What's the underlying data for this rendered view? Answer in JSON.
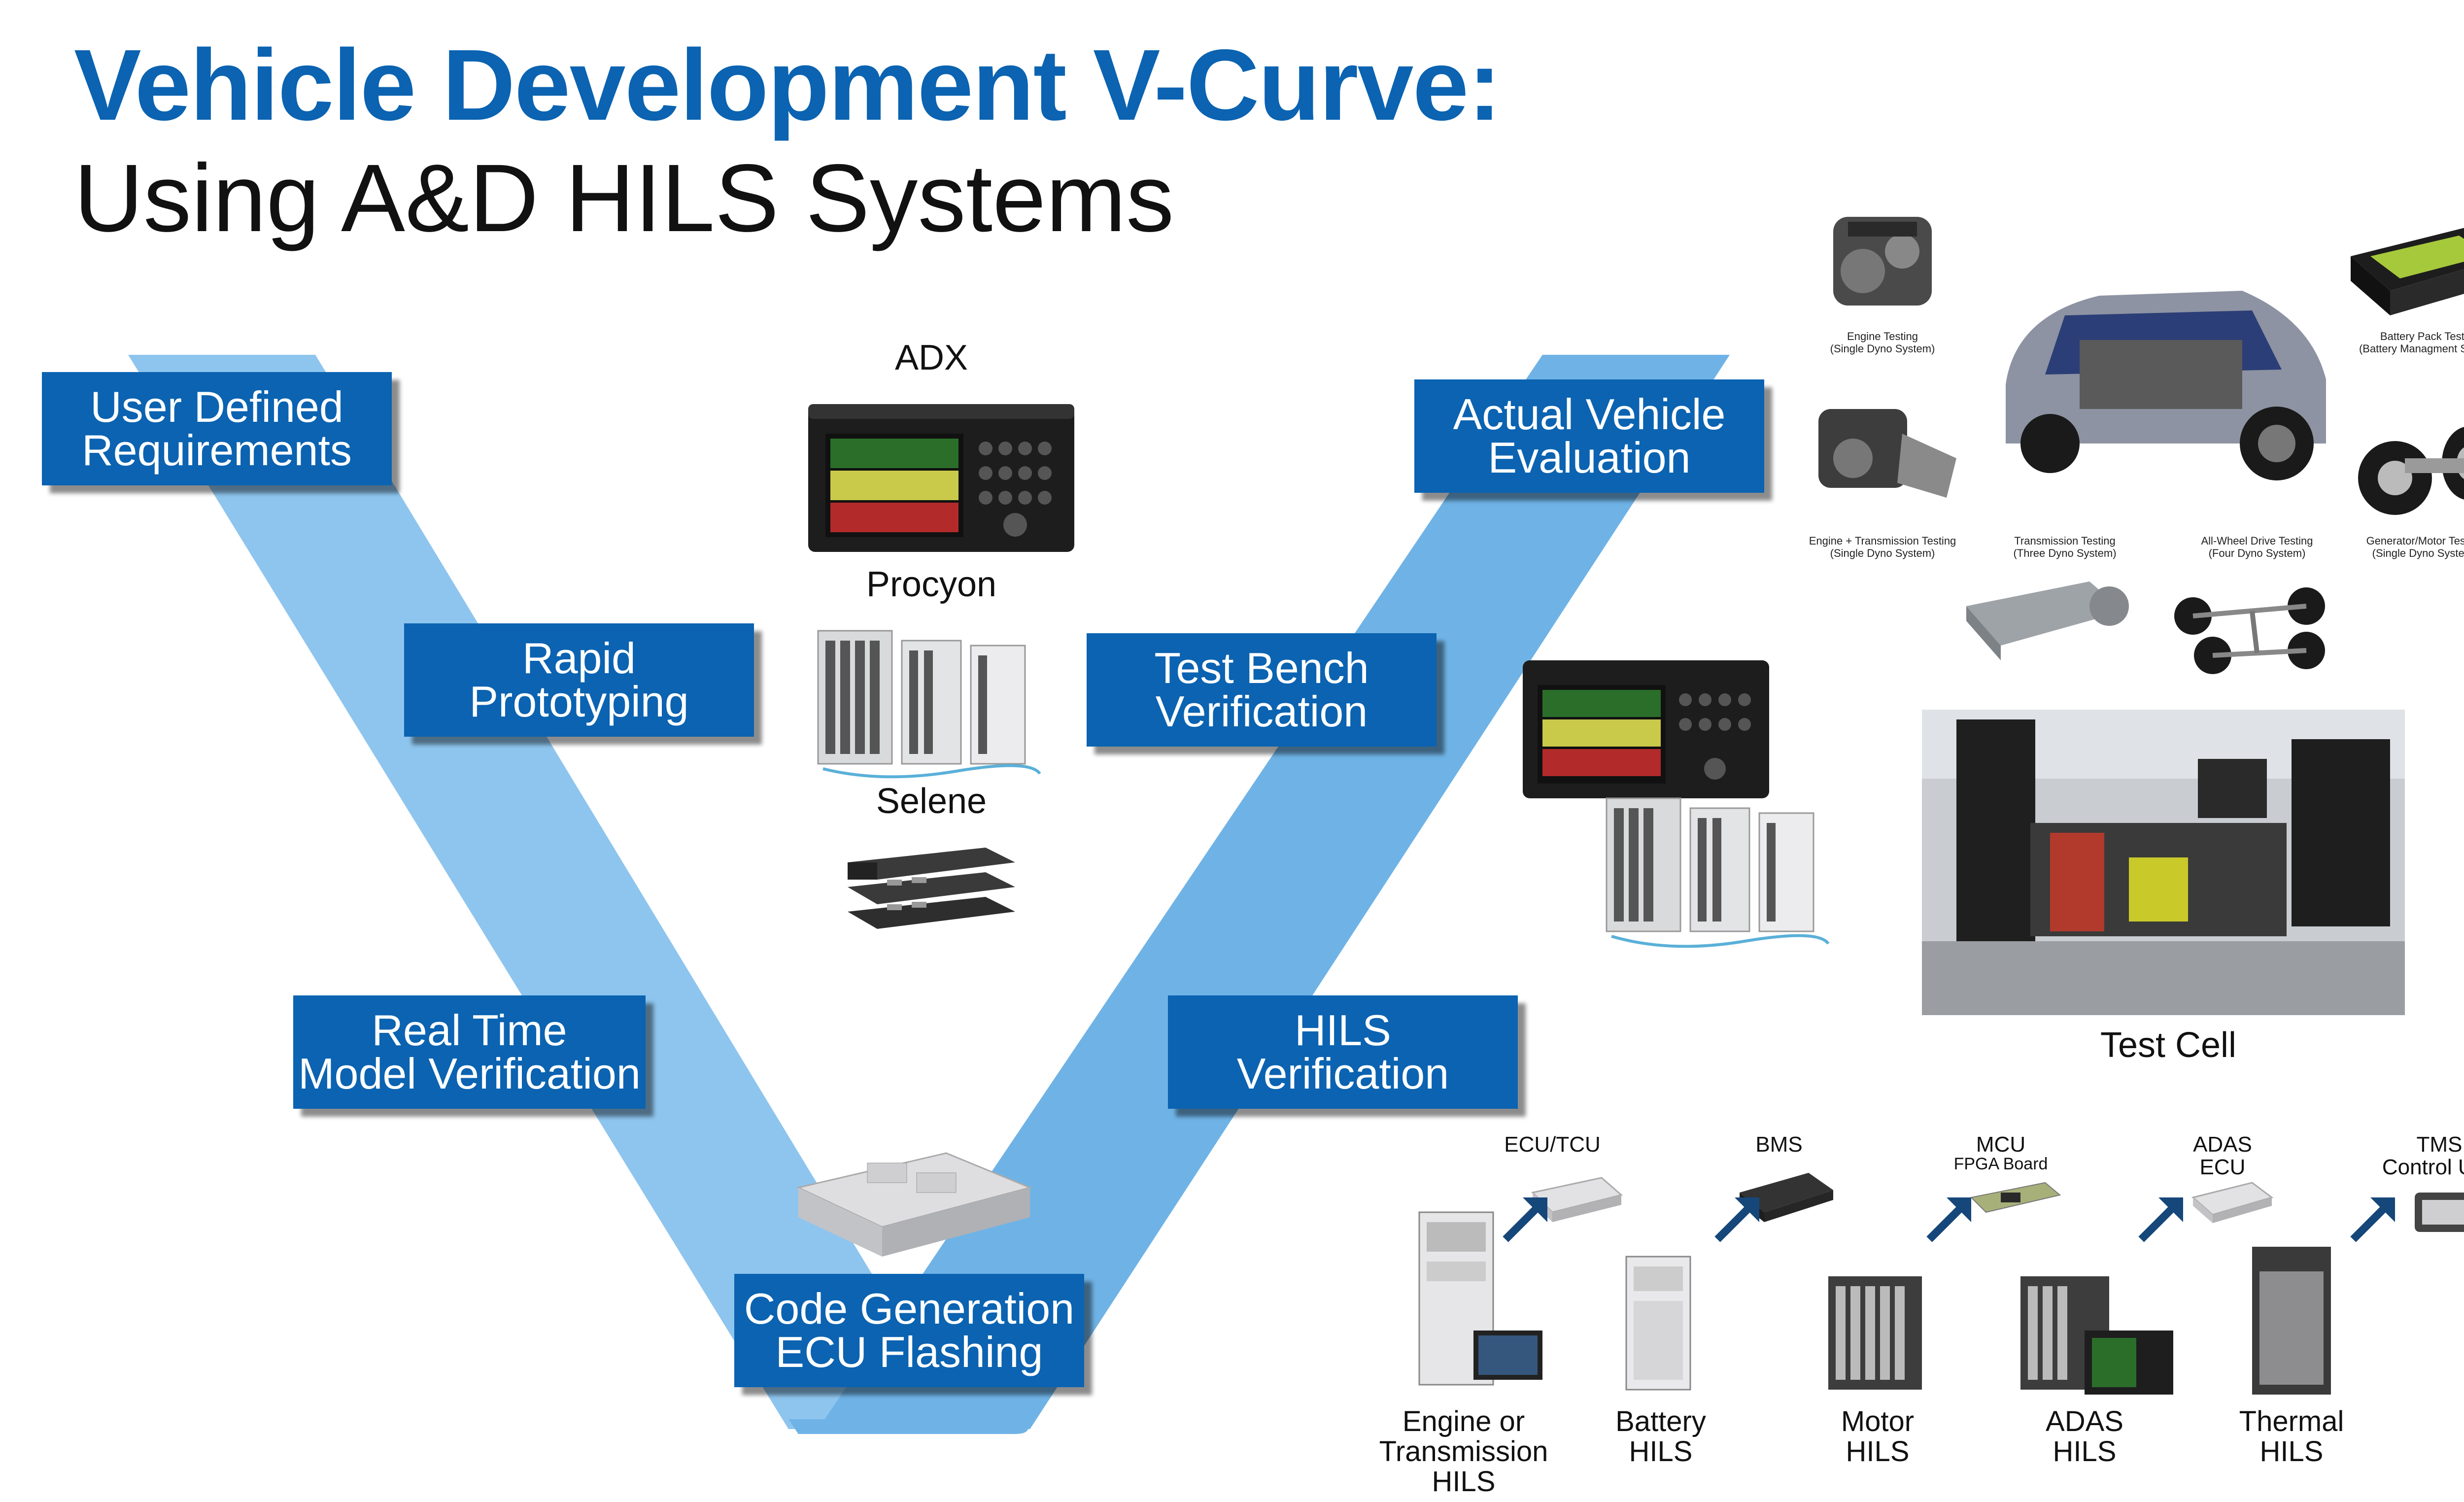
{
  "title": {
    "line1": "Vehicle Development V-Curve:",
    "line2": "Using A&D HILS Systems"
  },
  "v_boxes": {
    "user_defined": "User Defined\nRequirements",
    "rapid": "Rapid\nPrototyping",
    "real_time": "Real Time\nModel Verification",
    "code_gen": "Code Generation\nECU Flashing",
    "hils_verif": "HILS\nVerification",
    "test_bench": "Test Bench\nVerification",
    "actual_vehicle": "Actual Vehicle\nEvaluation"
  },
  "devices": {
    "adx": "ADX",
    "procyon": "Procyon",
    "selene": "Selene"
  },
  "test_cell": "Test Cell",
  "dyno": {
    "engine": "Engine Testing\n(Single Dyno System)",
    "battery": "Battery Pack Testing\n(Battery Managment System)",
    "engine_trans": "Engine + Transmission Testing\n(Single Dyno System)",
    "transmission": "Transmission Testing\n(Three Dyno System)",
    "awd": "All-Wheel Drive Testing\n(Four Dyno System)",
    "generator": "Generator/Motor Testing\n(Single Dyno System)"
  },
  "hils": {
    "engine": "Engine or\nTransmission\nHILS",
    "battery": "Battery\nHILS",
    "motor": "Motor\nHILS",
    "adas": "ADAS\nHILS",
    "thermal": "Thermal\nHILS"
  },
  "controllers": {
    "ecu_tcu": "ECU/TCU",
    "bms": "BMS",
    "mcu": "MCU",
    "mcu_sub": "FPGA Board",
    "adas_ecu": "ADAS\nECU",
    "tms": "TMS\nControl Unit"
  },
  "colors": {
    "brand_blue": "#0b63b1",
    "v_light": "#8ec5ee",
    "v_mid": "#6fb3e6",
    "arrow": "#16477a"
  }
}
